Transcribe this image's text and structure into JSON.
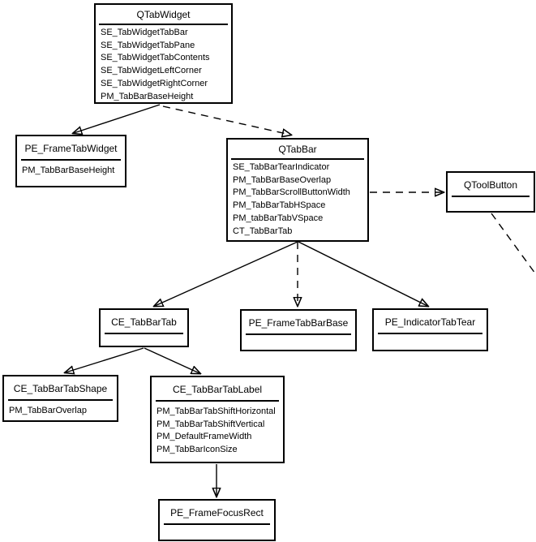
{
  "diagram_type": "class-relationship diagram (Qt style elements for tab widgets)",
  "colors": {
    "background": "#ffffff",
    "box_fill": "#ffffff",
    "line": "#000000",
    "text": "#000000"
  },
  "nodes": {
    "qtabwidget": {
      "title": "QTabWidget",
      "items": [
        "SE_TabWidgetTabBar",
        "SE_TabWidgetTabPane",
        "SE_TabWidgetTabContents",
        "SE_TabWidgetLeftCorner",
        "SE_TabWidgetRightCorner",
        "PM_TabBarBaseHeight"
      ]
    },
    "pe_frametabwidget": {
      "title": "PE_FrameTabWidget",
      "items": [
        "PM_TabBarBaseHeight"
      ]
    },
    "qtabbar": {
      "title": "QTabBar",
      "items": [
        "SE_TabBarTearIndicator",
        "PM_TabBarBaseOverlap",
        "PM_TabBarScrollButtonWidth",
        "PM_TabBarTabHSpace",
        "PM_tabBarTabVSpace",
        "CT_TabBarTab"
      ]
    },
    "qtoolbutton": {
      "title": "QToolButton",
      "items": []
    },
    "ce_tabbartab": {
      "title": "CE_TabBarTab",
      "items": []
    },
    "pe_frametabbarbase": {
      "title": "PE_FrameTabBarBase",
      "items": []
    },
    "pe_indicatortabtear": {
      "title": "PE_IndicatorTabTear",
      "items": []
    },
    "ce_tabbartabshape": {
      "title": "CE_TabBarTabShape",
      "items": [
        "PM_TabBarOverlap"
      ]
    },
    "ce_tabbartablabel": {
      "title": "CE_TabBarTabLabel",
      "items": [
        "PM_TabBarTabShiftHorizontal",
        "PM_TabBarTabShiftVertical",
        "PM_DefaultFrameWidth",
        "PM_TabBarIconSize"
      ]
    },
    "pe_framefocusrect": {
      "title": "PE_FrameFocusRect",
      "items": []
    }
  },
  "edges": [
    {
      "from": "QTabWidget",
      "to": "PE_FrameTabWidget",
      "style": "solid",
      "arrowhead": true
    },
    {
      "from": "QTabWidget",
      "to": "QTabBar",
      "style": "dashed",
      "arrowhead": true
    },
    {
      "from": "QTabBar",
      "to": "QToolButton",
      "style": "dashed",
      "arrowhead": true
    },
    {
      "from": "QToolButton",
      "to": "off-canvas-bottom-right",
      "style": "dashed",
      "arrowhead": false
    },
    {
      "from": "QTabBar",
      "to": "CE_TabBarTab",
      "style": "solid",
      "arrowhead": true
    },
    {
      "from": "QTabBar",
      "to": "PE_FrameTabBarBase",
      "style": "dashed",
      "arrowhead": true
    },
    {
      "from": "QTabBar",
      "to": "PE_IndicatorTabTear",
      "style": "solid",
      "arrowhead": true
    },
    {
      "from": "CE_TabBarTab",
      "to": "CE_TabBarTabShape",
      "style": "solid",
      "arrowhead": true
    },
    {
      "from": "CE_TabBarTab",
      "to": "CE_TabBarTabLabel",
      "style": "solid",
      "arrowhead": true
    },
    {
      "from": "CE_TabBarTabLabel",
      "to": "PE_FrameFocusRect",
      "style": "solid",
      "arrowhead": true
    }
  ]
}
